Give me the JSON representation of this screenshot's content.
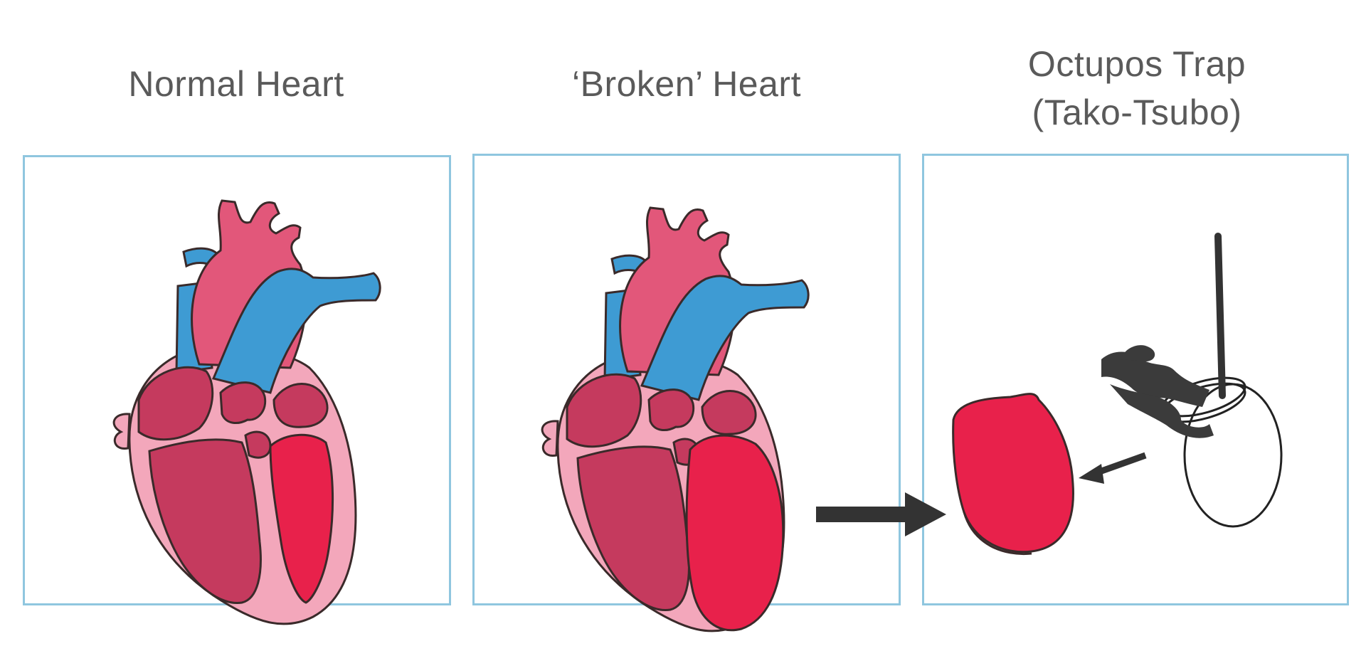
{
  "panels": [
    {
      "title": "Normal Heart"
    },
    {
      "title": "‘Broken’ Heart"
    },
    {
      "title_line1": "Octupos Trap",
      "title_line2": "(Tako-Tsubo)"
    }
  ],
  "colors": {
    "frame": "#8fc6df",
    "title_text": "#5a5a5a",
    "aorta_pink": "#e2577a",
    "vein_blue": "#3e9bd3",
    "chamber_dark": "#c53a5e",
    "wall_light": "#f3a7bb",
    "ventricle_red": "#e8214b",
    "outline": "#3a2a2a",
    "arrow": "#333333",
    "octopus": "#3b3b3b"
  },
  "icons": [
    "normal-heart-illustration",
    "broken-heart-illustration",
    "octopus-trap-illustration",
    "right-arrow-icon",
    "small-arrow-icon"
  ]
}
